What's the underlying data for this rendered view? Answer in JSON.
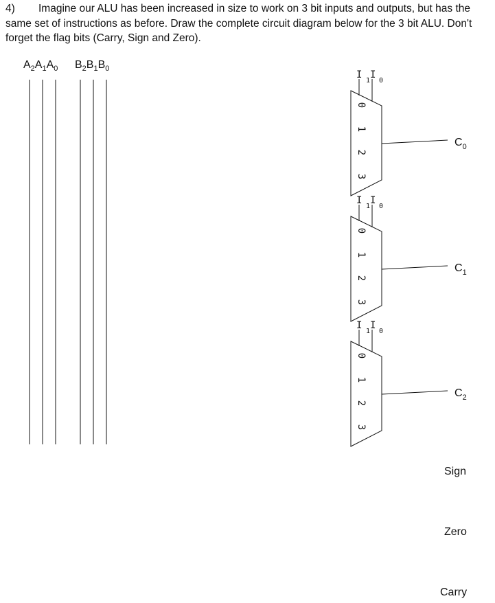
{
  "question": {
    "number": "4)",
    "text": "Imagine our ALU has been increased in size to work on 3 bit inputs and outputs, but has the same set of instructions as before.  Draw the complete circuit diagram below for the 3 bit ALU.  Don't forget the flag bits (Carry, Sign and Zero)."
  },
  "inputs": {
    "a": [
      {
        "letter": "A",
        "sub": "2"
      },
      {
        "letter": "A",
        "sub": "1"
      },
      {
        "letter": "A",
        "sub": "0"
      }
    ],
    "b": [
      {
        "letter": "B",
        "sub": "2"
      },
      {
        "letter": "B",
        "sub": "1"
      },
      {
        "letter": "B",
        "sub": "0"
      }
    ]
  },
  "muxes": [
    {
      "sel": [
        "I",
        "1",
        "I",
        "0"
      ],
      "inputs": [
        "0",
        "1",
        "2",
        "3"
      ],
      "out": {
        "letter": "C",
        "sub": "0"
      }
    },
    {
      "sel": [
        "I",
        "1",
        "I",
        "0"
      ],
      "inputs": [
        "0",
        "1",
        "2",
        "3"
      ],
      "out": {
        "letter": "C",
        "sub": "1"
      }
    },
    {
      "sel": [
        "I",
        "1",
        "I",
        "0"
      ],
      "inputs": [
        "0",
        "1",
        "2",
        "3"
      ],
      "out": {
        "letter": "C",
        "sub": "2"
      }
    }
  ],
  "flags": [
    "Sign",
    "Zero",
    "Carry"
  ]
}
